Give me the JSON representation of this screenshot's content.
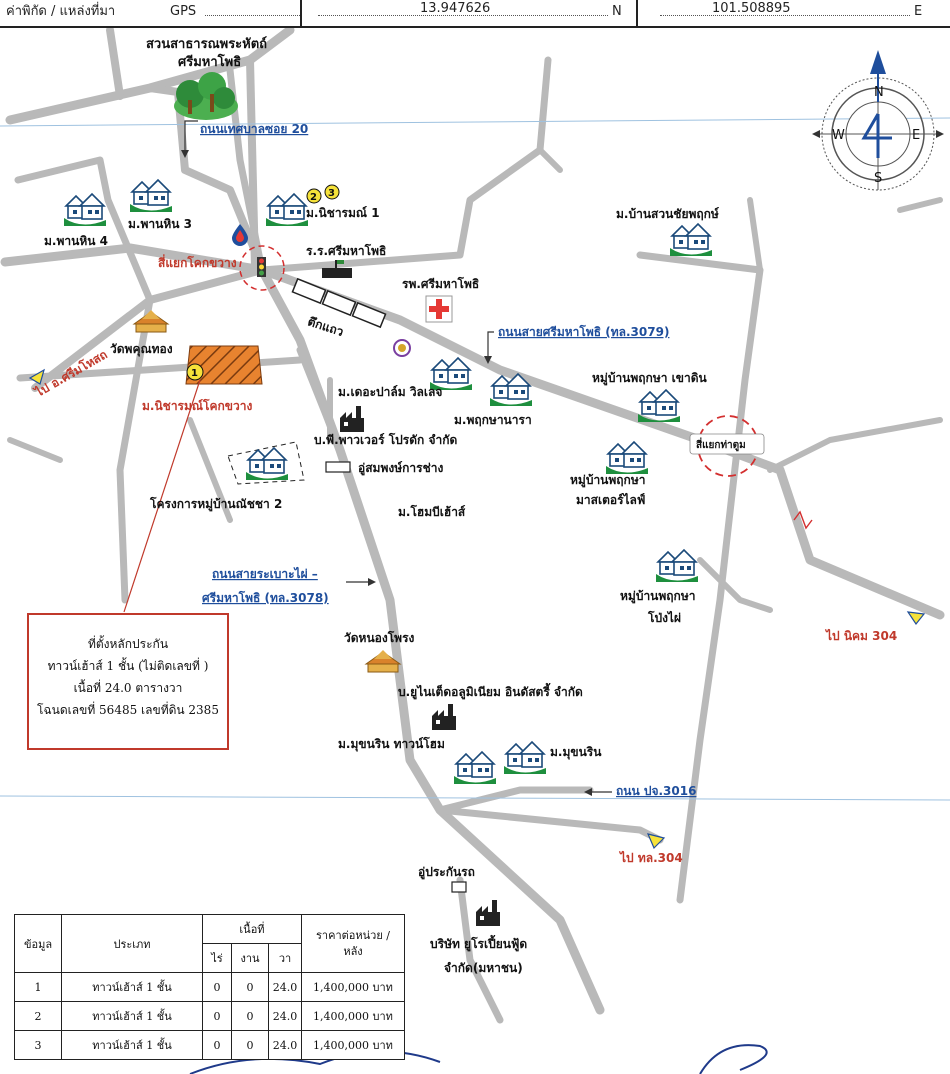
{
  "gps": {
    "label": "ค่าพิกัด / แหล่งที่มา",
    "source": "GPS",
    "lat": "13.947626",
    "lat_suffix": "N",
    "lon": "101.508895",
    "lon_suffix": "E"
  },
  "compass": {
    "n": "N",
    "s": "S",
    "e": "E",
    "w": "W"
  },
  "labels": {
    "park1": "สวนสาธารณพระหัตถ์",
    "park2": "ศรีมหาโพธิ",
    "road_soi20": "ถนนเทศบาลซอย 20",
    "panhin4": "ม.พานหิน 4",
    "panhin3": "ม.พานหิน 3",
    "nicharm1": "ม.นิชารมณ์ 1",
    "ban_suan": "ม.บ้านสวนชัยพฤกษ์",
    "intersection_kok": "สี่แยกโคกขวาง",
    "school": "ร.ร.ศรีมหาโพธิ",
    "hospital": "รพ.ศรีมหาโพธิ",
    "shophouse": "ตึกแถว",
    "road_3079": "ถนนสายศรีมหาโพธิ (ทล.3079)",
    "to_srimahosot": "ไป อ.ศรีมโหสถ",
    "wat_khunthong": "วัดพคุณทอง",
    "nicharm_kok": "ม.นิชารมณ์โคกขวาง",
    "the_palm": "ม.เดอะปาล์ม วิลเลจ",
    "phruksa_nara": "ม.พฤกษานารา",
    "phruksa_khaodin": "หมู่บ้านพฤกษา เขาดิน",
    "intersection_tha": "สี่แยกท่าตูม",
    "company_power": "บ.พี.พาวเวอร์ โปรดัก จำกัด",
    "garage": "อู่สมพงษ์การช่าง",
    "phruksa_master1": "หมู่บ้านพฤกษา",
    "phruksa_master2": "มาสเตอร์ไลฟ์",
    "nattacha": "โครงการหมู่บ้านณัชชา 2",
    "homebee": "ม.โฮมบีเฮ้าส์",
    "road_3078a": "ถนนสายระเบาะไผ่ –",
    "road_3078b": "ศรีมหาโพธิ (ทล.3078)",
    "phruksa_pongpai1": "หมู่บ้านพฤกษา",
    "phruksa_pongpai2": "โป่งไผ่",
    "to_nikhom": "ไป นิคม 304",
    "wat_nongphrong": "วัดหนองโพรง",
    "united_alu": "บ.ยูไนเต็ดอลูมิเนียม อินดัสตรี้ จำกัด",
    "mukharin_town": "ม.มุขนริน ทาวน์โฮม",
    "mukharin": "ม.มุขนริน",
    "road_pj3016": "ถนน ปจ.3016",
    "to_304": "ไป ทล.304",
    "garage_ins": "อู่ประกันรถ",
    "euro1": "บริษัท ยูโรเปี้ยนฟู้ด",
    "euro2": "จำกัด(มหาชน)",
    "marker1": "1",
    "marker2": "2",
    "marker3": "3"
  },
  "infobox": {
    "line1": "ที่ตั้งหลักประกัน",
    "line2": "ทาวน์เฮ้าส์ 1 ชั้น (ไม่ติดเลขที่ )",
    "line3": "เนื้อที่ 24.0 ตารางวา",
    "line4": "โฉนดเลขที่ 56485 เลขที่ดิน 2385"
  },
  "legend": {
    "h_no": "ข้อมูล",
    "h_type": "ประเภท",
    "h_area": "เนื้อที่",
    "h_rai": "ไร่",
    "h_ngan": "งาน",
    "h_wa": "วา",
    "h_price1": "ราคาต่อหน่วย /",
    "h_price2": "หลัง",
    "rows": [
      {
        "no": "1",
        "type": "ทาวน์เฮ้าส์ 1 ชั้น",
        "rai": "0",
        "ngan": "0",
        "wa": "24.0",
        "price": "1,400,000 บาท"
      },
      {
        "no": "2",
        "type": "ทาวน์เฮ้าส์ 1 ชั้น",
        "rai": "0",
        "ngan": "0",
        "wa": "24.0",
        "price": "1,400,000 บาท"
      },
      {
        "no": "3",
        "type": "ทาวน์เฮ้าส์ 1 ชั้น",
        "rai": "0",
        "ngan": "0",
        "wa": "24.0",
        "price": "1,400,000 บาท"
      }
    ]
  },
  "colors": {
    "road": "#b8b8b8",
    "link": "#1f4e9c",
    "red_text": "#c0392b",
    "house_green": "#1e8f3e",
    "site_orange": "#e0742a"
  }
}
